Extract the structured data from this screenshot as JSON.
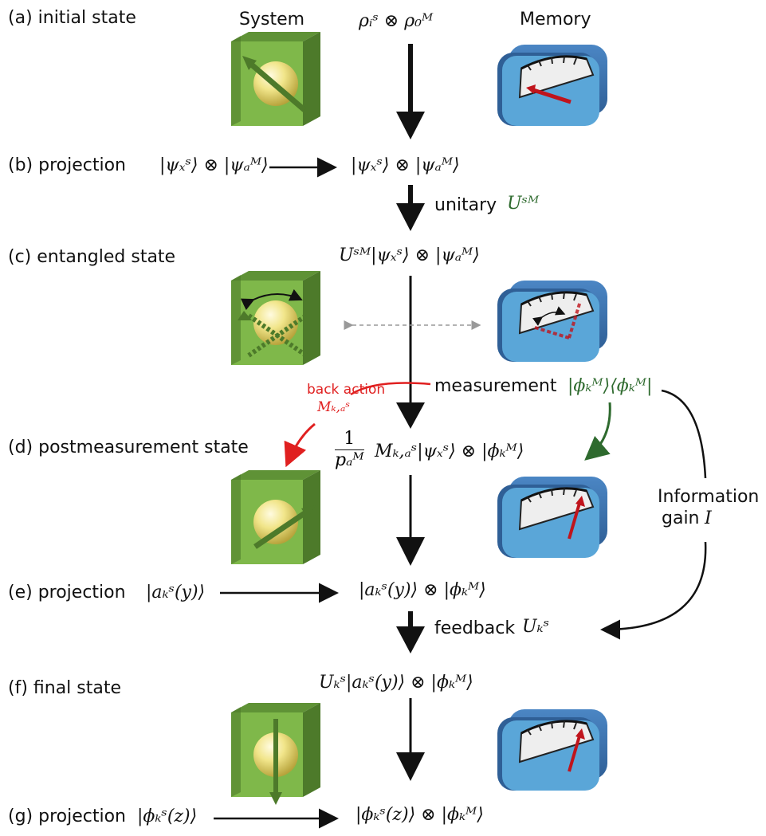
{
  "headers": {
    "system": "System",
    "memory": "Memory"
  },
  "stages": {
    "a": {
      "label": "(a) initial state",
      "state": "ρᵢˢ ⊗ ρ₀ᴹ"
    },
    "b": {
      "label": "(b) projection",
      "proj": "|ψₓˢ⟩ ⊗ |ψₐᴹ⟩",
      "state": "|ψₓˢ⟩ ⊗ |ψₐᴹ⟩"
    },
    "c": {
      "label": "(c) entangled state",
      "state": "Uˢᴹ|ψₓˢ⟩ ⊗ |ψₐᴹ⟩"
    },
    "d": {
      "label": "(d) postmeasurement state",
      "num": "1",
      "den": "pₐᴹ",
      "state": "Mₖ,ₐˢ|ψₓˢ⟩ ⊗ |ϕₖᴹ⟩"
    },
    "e": {
      "label": "(e) projection",
      "proj": "|aₖˢ(y)⟩",
      "state": "|aₖˢ(y)⟩ ⊗ |ϕₖᴹ⟩"
    },
    "f": {
      "label": "(f) final state",
      "state": "Uₖˢ|aₖˢ(y)⟩ ⊗ |ϕₖᴹ⟩"
    },
    "g": {
      "label": "(g) projection",
      "proj": "|ϕₖˢ(z)⟩",
      "state": "|ϕₖˢ(z)⟩ ⊗ |ϕₖᴹ⟩"
    }
  },
  "annotations": {
    "unitary_word": "unitary",
    "unitary_sym": "Uˢᴹ",
    "measurement_word": "measurement",
    "measurement_sym": "|ϕₖᴹ⟩⟨ϕₖᴹ|",
    "back_action": "back action",
    "back_action_sym": "Mₖ,ₐˢ",
    "information": "Information",
    "gain": "gain",
    "gain_sym": "I",
    "feedback_word": "feedback",
    "feedback_sym": "Uₖˢ"
  },
  "colors": {
    "box_face": "#7fb84a",
    "box_side": "#4d7a2a",
    "box_top": "#5f9236",
    "memory_face": "#5aa6d8",
    "memory_dark": "#2f5f96",
    "needle": "#c0141c",
    "annotation_green": "#2e6a2e",
    "annotation_red": "#e02020"
  },
  "icons": [
    "spin-box-icon",
    "memory-gauge-icon",
    "down-arrow-icon",
    "right-arrow-icon"
  ]
}
